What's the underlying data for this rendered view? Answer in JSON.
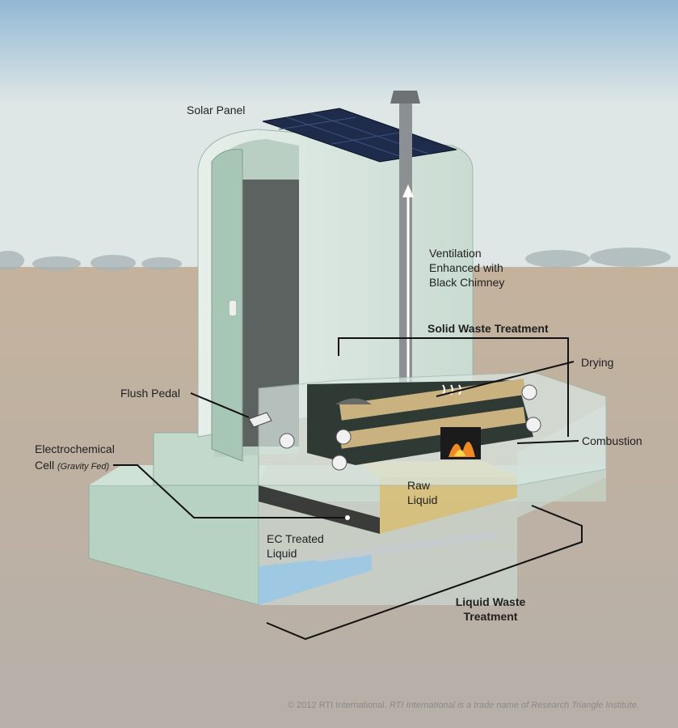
{
  "labels": {
    "solar_panel": "Solar Panel",
    "ventilation": [
      "Ventilation",
      "Enhanced with",
      "Black Chimney"
    ],
    "solid_waste": "Solid Waste Treatment",
    "drying": "Drying",
    "flush_pedal": "Flush Pedal",
    "electrochemical_line1": "Electrochemical",
    "electrochemical_line2": "Cell",
    "gravity_fed": "(Gravity Fed)",
    "combustion": "Combustion",
    "raw_liquid": [
      "Raw",
      "Liquid"
    ],
    "ec_treated": [
      "EC Treated",
      "Liquid"
    ],
    "liquid_waste": [
      "Liquid Waste",
      "Treatment"
    ]
  },
  "copyright": {
    "owner": "© 2012 RTI International.",
    "note": "RTI International is a trade name of Research Triangle Institute."
  },
  "colors": {
    "sky_top": "#9bbfd8",
    "sky_bottom": "#e2e8e6",
    "ground": "#b9aa98",
    "booth": "#d4e2db",
    "booth_frame": "#a9c4b4",
    "solar": "#1d2a4a",
    "chimney": "#8a8d8f",
    "raw_liquid": "#d8c07a",
    "ec_liquid": "#9cc4e0",
    "callout_line": "#111111"
  }
}
